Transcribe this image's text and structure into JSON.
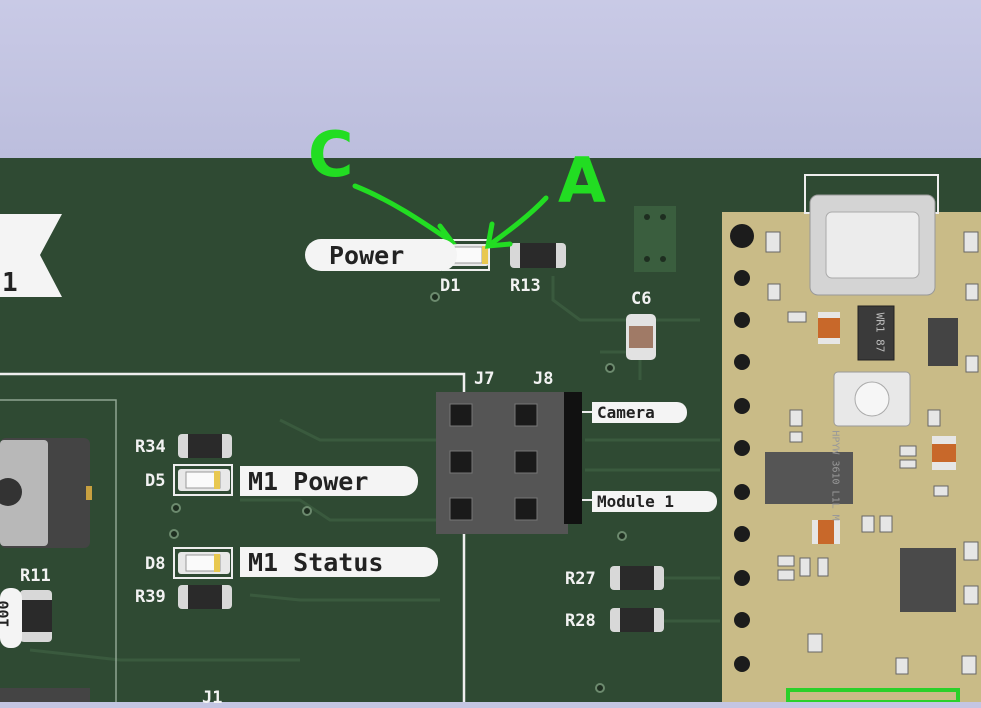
{
  "annotations": {
    "cathode": "C",
    "anode": "A"
  },
  "labels": {
    "power": "Power",
    "m1_power": "M1 Power",
    "m1_status": "M1 Status",
    "camera": "Camera",
    "module1": "Module 1",
    "edge_fragment": "1"
  },
  "refs": {
    "d1": "D1",
    "r13": "R13",
    "c6": "C6",
    "j7": "J7",
    "j8": "J8",
    "r34": "R34",
    "d5": "D5",
    "d8": "D8",
    "r39": "R39",
    "r11": "R11",
    "r11_value": "100",
    "r27": "R27",
    "r28": "R28",
    "j1": "J1"
  },
  "module_ics": {
    "ic1": "WR1 87",
    "ic2": "HPYW 3610 L1L M"
  },
  "colors": {
    "pcb": "#2f4a33",
    "silkscreen": "#f2f2f2",
    "annotation": "#22dd22",
    "module": "#c9bb87"
  }
}
